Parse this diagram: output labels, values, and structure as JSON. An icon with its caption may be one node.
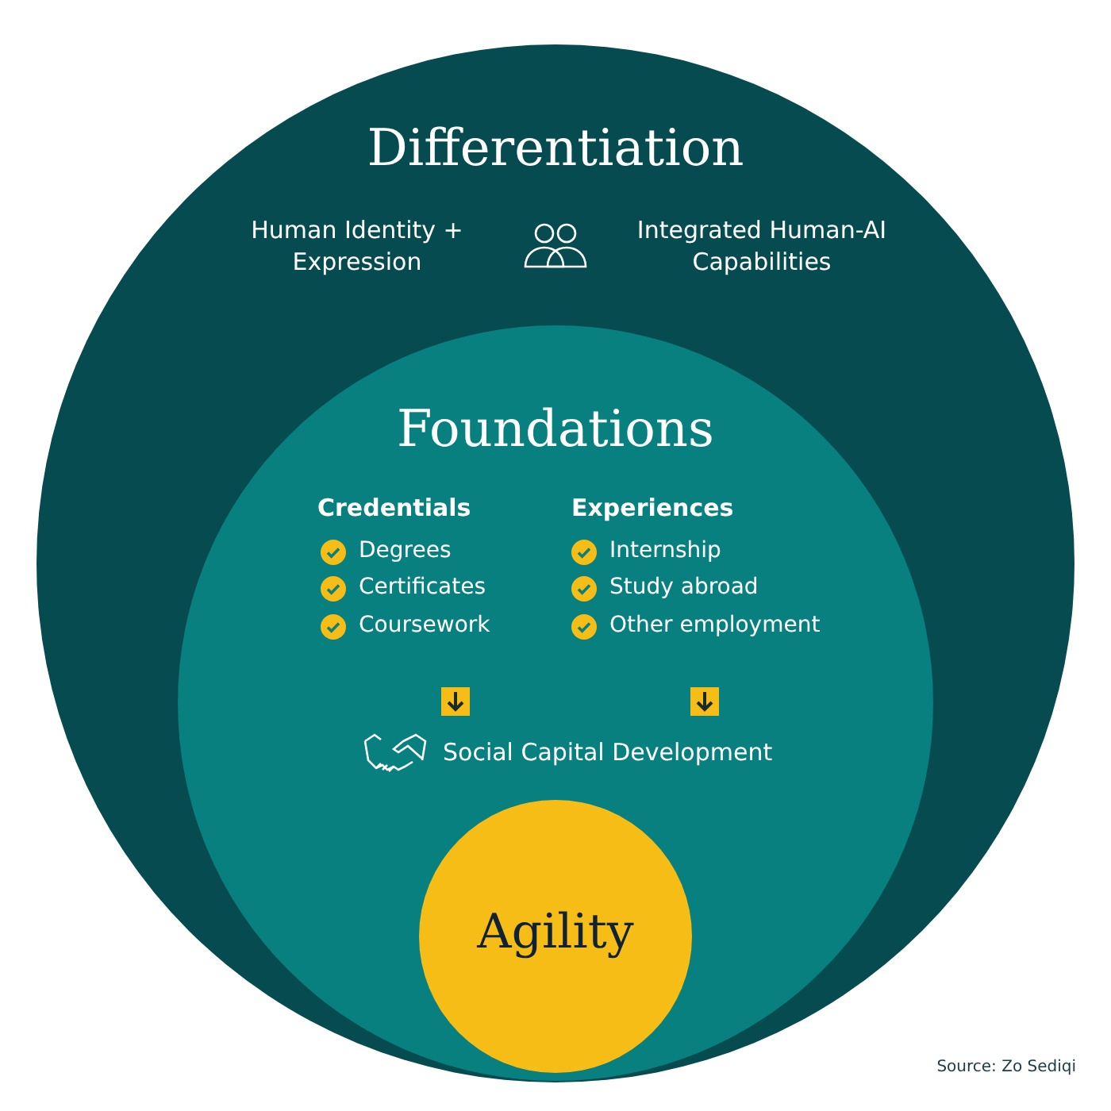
{
  "diagram": {
    "nodes": [
      {
        "text": [
          "Differentiation",
          "Human Identity + Expression",
          "Integrated Human-AI Capabilities"
        ]
      },
      {
        "text": [
          "Foundations",
          "Credentials",
          "Degrees",
          "Certificates",
          "Coursework",
          "Experiences",
          "Internship",
          "Study abroad",
          "Other employment",
          "Social Capital Development"
        ],
        "in": 0
      },
      {
        "text": [
          "Agility"
        ],
        "in": 1
      }
    ],
    "caption": "Source: Zo Sediqi"
  }
}
